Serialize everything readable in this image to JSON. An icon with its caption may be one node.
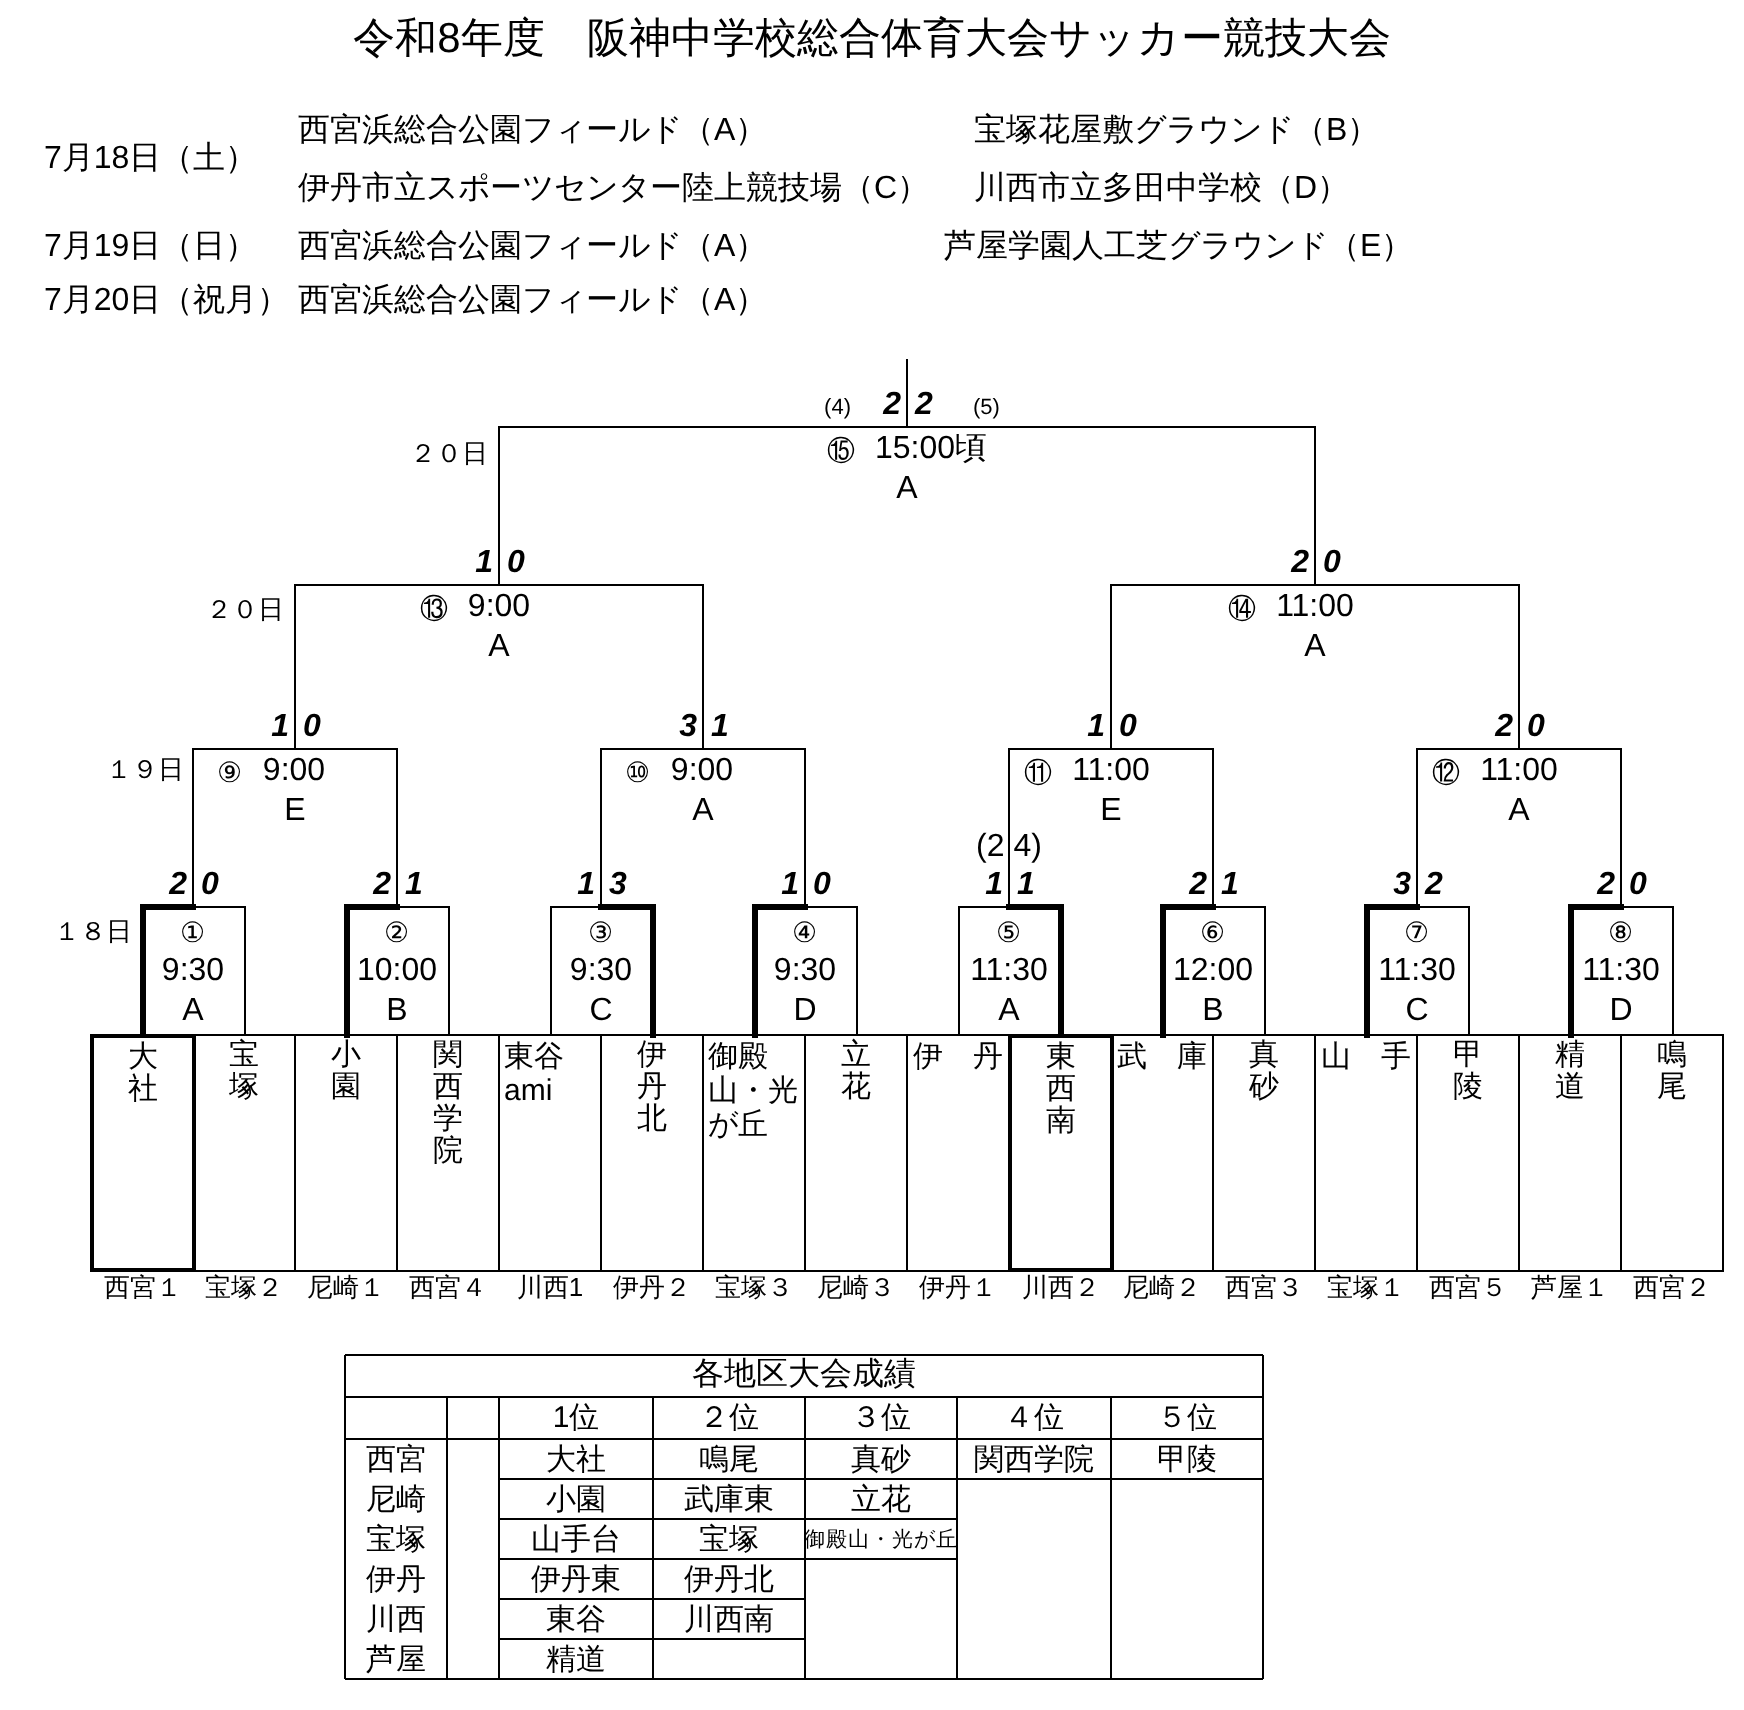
{
  "diagram": {
    "title": "令和8年度　阪神中学校総合体育大会サッカー競技大会",
    "nodes": [
      {
        "text": [
          "⑮",
          "15:00頃",
          "A"
        ],
        "beside": [
          "(4)",
          "2",
          "2",
          "(5)"
        ]
      },
      {
        "text": [
          "⑬",
          "9:00",
          "A"
        ],
        "beside": [
          "1",
          "0"
        ]
      },
      {
        "text": [
          "⑭",
          "11:00",
          "A"
        ],
        "beside": [
          "2",
          "0"
        ]
      },
      {
        "text": [
          "⑨",
          "9:00",
          "E"
        ],
        "beside": [
          "1",
          "0"
        ]
      },
      {
        "text": [
          "⑩",
          "9:00",
          "A"
        ],
        "beside": [
          "3",
          "1"
        ]
      },
      {
        "text": [
          "⑪",
          "11:00",
          "E"
        ],
        "beside": [
          "1",
          "0"
        ]
      },
      {
        "text": [
          "⑫",
          "11:00",
          "A"
        ],
        "beside": [
          "2",
          "0"
        ]
      },
      {
        "text": [
          "①",
          "9:30",
          "A"
        ],
        "beside": [
          "2",
          "0"
        ]
      },
      {
        "text": [
          "②",
          "10:00",
          "B"
        ],
        "beside": [
          "2",
          "1"
        ]
      },
      {
        "text": [
          "③",
          "9:30",
          "C"
        ],
        "beside": [
          "1",
          "3"
        ]
      },
      {
        "text": [
          "④",
          "9:30",
          "D"
        ],
        "beside": [
          "1",
          "0"
        ]
      },
      {
        "text": [
          "⑤",
          "11:30",
          "A"
        ],
        "beside": [
          "(2 4)",
          "1",
          "1"
        ]
      },
      {
        "text": [
          "⑥",
          "12:00",
          "B"
        ],
        "beside": [
          "2",
          "1"
        ]
      },
      {
        "text": [
          "⑦",
          "11:30",
          "C"
        ],
        "beside": [
          "3",
          "2"
        ]
      },
      {
        "text": [
          "⑧",
          "11:30",
          "D"
        ],
        "beside": [
          "2",
          "0"
        ]
      },
      {
        "text": [
          "大社"
        ],
        "beside": [
          "西宮１"
        ]
      },
      {
        "text": [
          "宝塚"
        ],
        "beside": [
          "宝塚２"
        ]
      },
      {
        "text": [
          "小園"
        ],
        "beside": [
          "尼崎１"
        ]
      },
      {
        "text": [
          "関西学院"
        ],
        "beside": [
          "西宮４"
        ]
      },
      {
        "text": [
          "東谷ami"
        ],
        "beside": [
          "川西1"
        ]
      },
      {
        "text": [
          "伊丹北"
        ],
        "beside": [
          "伊丹２"
        ]
      },
      {
        "text": [
          "御殿山・光が丘"
        ],
        "beside": [
          "宝塚３"
        ]
      },
      {
        "text": [
          "立花"
        ],
        "beside": [
          "尼崎３"
        ]
      },
      {
        "text": [
          "伊丹"
        ],
        "beside": [
          "伊丹１"
        ]
      },
      {
        "text": [
          "東西南"
        ],
        "beside": [
          "川西２"
        ]
      },
      {
        "text": [
          "武庫"
        ],
        "beside": [
          "尼崎２"
        ]
      },
      {
        "text": [
          "真砂"
        ],
        "beside": [
          "西宮３"
        ]
      },
      {
        "text": [
          "山手"
        ],
        "beside": [
          "宝塚１"
        ]
      },
      {
        "text": [
          "甲陵"
        ],
        "beside": [
          "西宮５"
        ]
      },
      {
        "text": [
          "精道"
        ],
        "beside": [
          "芦屋１"
        ]
      },
      {
        "text": [
          "鳴尾"
        ],
        "beside": [
          "西宮２"
        ]
      }
    ],
    "edges": [
      {
        "from": 0,
        "to": null,
        "arrow": "none"
      },
      {
        "from": 1,
        "to": 0,
        "arrow": "none"
      },
      {
        "from": 2,
        "to": 0,
        "arrow": "none"
      },
      {
        "from": 3,
        "to": 1,
        "arrow": "none"
      },
      {
        "from": 4,
        "to": 1,
        "arrow": "none"
      },
      {
        "from": 5,
        "to": 2,
        "arrow": "none"
      },
      {
        "from": 6,
        "to": 2,
        "arrow": "none"
      },
      {
        "from": 7,
        "to": 3,
        "arrow": "none"
      },
      {
        "from": 8,
        "to": 3,
        "arrow": "none"
      },
      {
        "from": 9,
        "to": 4,
        "arrow": "none"
      },
      {
        "from": 10,
        "to": 4,
        "arrow": "none"
      },
      {
        "from": 11,
        "to": 5,
        "arrow": "none"
      },
      {
        "from": 12,
        "to": 5,
        "arrow": "none"
      },
      {
        "from": 13,
        "to": 6,
        "arrow": "none"
      },
      {
        "from": 14,
        "to": 6,
        "arrow": "none"
      },
      {
        "from": 15,
        "to": 7,
        "arrow": "none",
        "style": "thick"
      },
      {
        "from": 16,
        "to": 7,
        "arrow": "none"
      },
      {
        "from": 17,
        "to": 8,
        "arrow": "none",
        "style": "thick"
      },
      {
        "from": 18,
        "to": 8,
        "arrow": "none"
      },
      {
        "from": 19,
        "to": 9,
        "arrow": "none"
      },
      {
        "from": 20,
        "to": 9,
        "arrow": "none",
        "style": "thick"
      },
      {
        "from": 21,
        "to": 10,
        "arrow": "none",
        "style": "thick"
      },
      {
        "from": 22,
        "to": 10,
        "arrow": "none"
      },
      {
        "from": 23,
        "to": 11,
        "arrow": "none"
      },
      {
        "from": 24,
        "to": 11,
        "arrow": "none",
        "style": "thick"
      },
      {
        "from": 25,
        "to": 12,
        "arrow": "none",
        "style": "thick"
      },
      {
        "from": 26,
        "to": 12,
        "arrow": "none"
      },
      {
        "from": 27,
        "to": 13,
        "arrow": "none",
        "style": "thick"
      },
      {
        "from": 28,
        "to": 13,
        "arrow": "none"
      },
      {
        "from": 29,
        "to": 14,
        "arrow": "none",
        "style": "thick"
      },
      {
        "from": 30,
        "to": 14,
        "arrow": "none"
      }
    ],
    "labels": [
      "7月18日（土）",
      "西宮浜総合公園フィールド（A）",
      "宝塚花屋敷グラウンド（B）",
      "伊丹市立スポーツセンター陸上競技場（C）",
      "川西市立多田中学校（D）",
      "7月19日（日）",
      "西宮浜総合公園フィールド（A）",
      "芦屋学園人工芝グラウンド（E）",
      "7月20日（祝月）",
      "西宮浜総合公園フィールド（A）",
      "２０日",
      "２０日",
      "１９日",
      "１８日",
      "各地区大会成績",
      "1位",
      "２位",
      "３位",
      "４位",
      "５位",
      "西宮",
      "大社",
      "鳴尾",
      "真砂",
      "関西学院",
      "甲陵",
      "尼崎",
      "小園",
      "武庫東",
      "立花",
      "宝塚",
      "山手台",
      "宝塚",
      "御殿山・光が丘",
      "伊丹",
      "伊丹東",
      "伊丹北",
      "川西",
      "東谷",
      "川西南",
      "芦屋",
      "精道"
    ]
  }
}
